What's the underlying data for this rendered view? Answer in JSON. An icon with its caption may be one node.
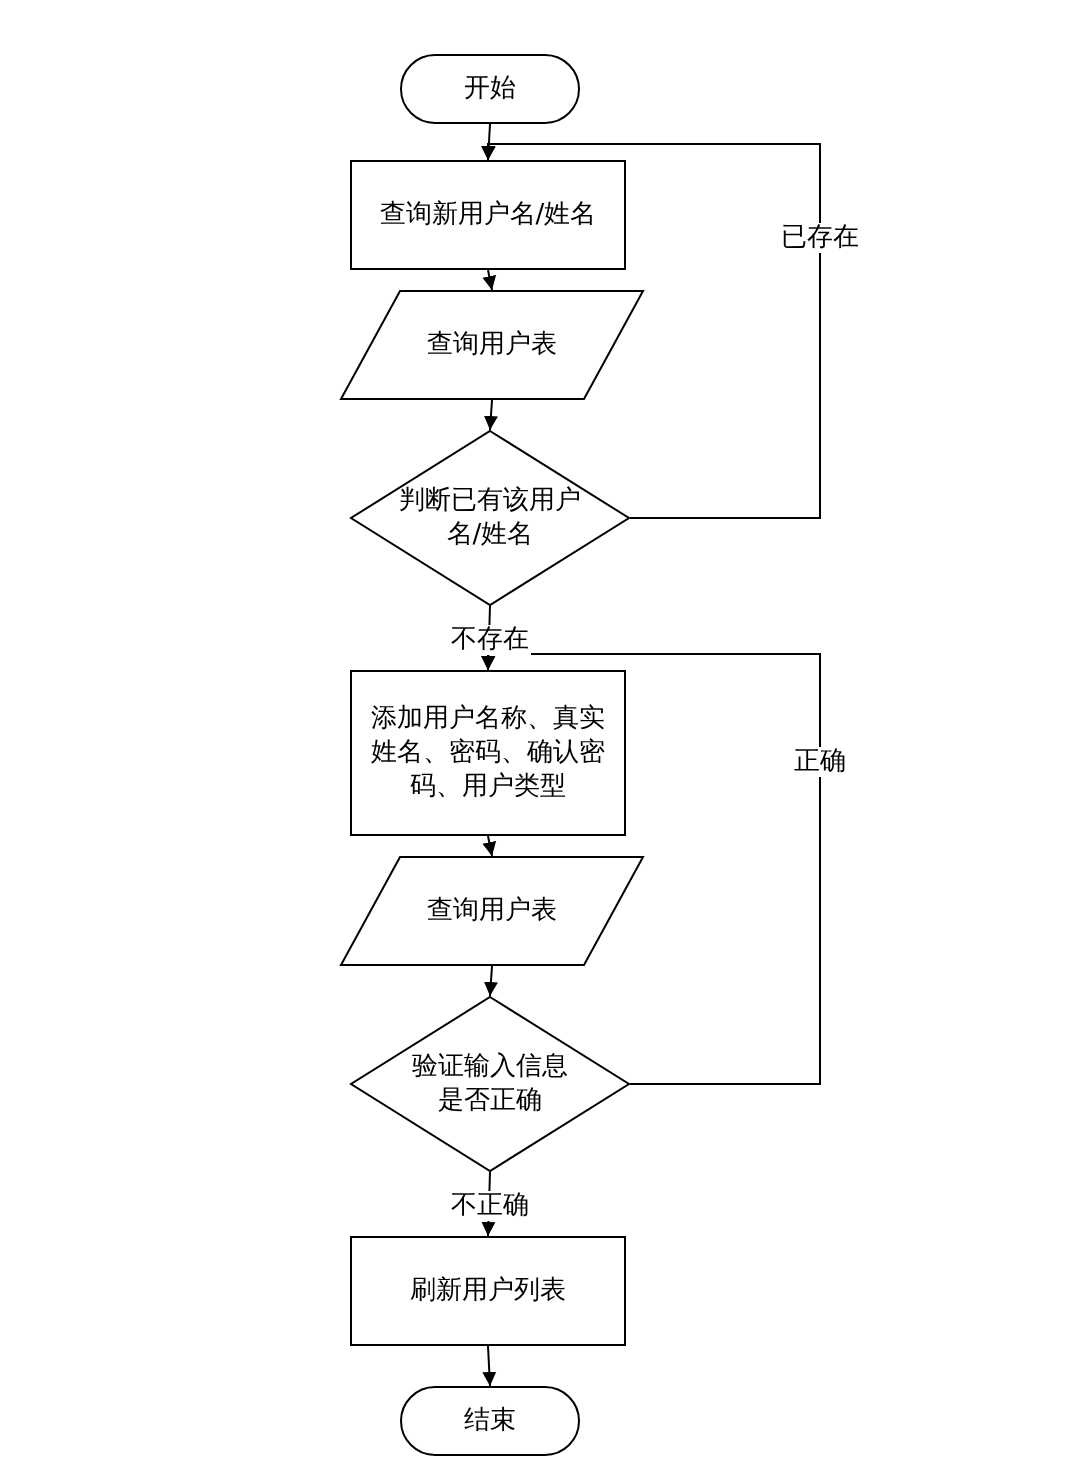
{
  "diagram": {
    "nodes": [
      {
        "text": [
          "开始"
        ]
      },
      {
        "text": [
          "查询新用户名/姓名"
        ]
      },
      {
        "text": [
          "查询用户表"
        ]
      },
      {
        "text": [
          "判断已有该用户名/姓名"
        ]
      },
      {
        "text": [
          "添加用户名称、真实姓名、密码、确认密码、用户类型"
        ]
      },
      {
        "text": [
          "查询用户表"
        ]
      },
      {
        "text": [
          "验证输入信息是否正确"
        ]
      },
      {
        "text": [
          "刷新用户列表"
        ]
      },
      {
        "text": [
          "结束"
        ]
      }
    ],
    "edges": [
      {
        "from": 0,
        "to": 1,
        "arrow": "to"
      },
      {
        "from": 1,
        "to": 2,
        "arrow": "to"
      },
      {
        "from": 2,
        "to": 3,
        "arrow": "to"
      },
      {
        "from": 3,
        "to": 1,
        "arrow": "to",
        "label": "已存在"
      },
      {
        "from": 3,
        "to": 4,
        "arrow": "to",
        "label": "不存在"
      },
      {
        "from": 4,
        "to": 5,
        "arrow": "to"
      },
      {
        "from": 5,
        "to": 6,
        "arrow": "to"
      },
      {
        "from": 6,
        "to": 4,
        "arrow": "to",
        "label": "正确"
      },
      {
        "from": 6,
        "to": 7,
        "arrow": "to",
        "label": "不正确"
      },
      {
        "from": 7,
        "to": 8,
        "arrow": "to"
      }
    ]
  }
}
